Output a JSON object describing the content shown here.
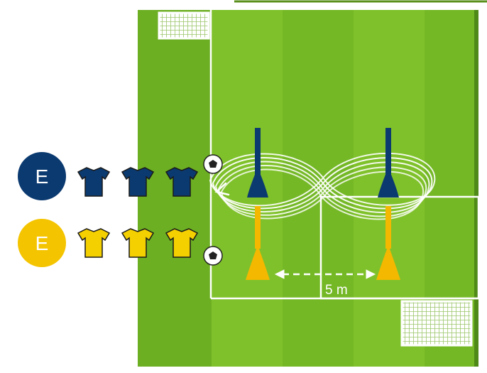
{
  "teams": [
    {
      "letter": "E",
      "color": "#0b3a70",
      "jerseys": 3
    },
    {
      "letter": "E",
      "color": "#f4c400",
      "jerseys": 3
    }
  ],
  "distance_label": "5 m",
  "colors": {
    "pitch_light": "#7fc12a",
    "pitch_dark": "#6caf22",
    "pitch_border": "#5a8f1c",
    "lines": "#ffffff",
    "cone_blue": "#0b3a70",
    "cone_yellow": "#f4b800"
  },
  "icons": [
    "goal-net-icon",
    "ball-icon",
    "jersey-icon",
    "cone-icon",
    "run-path-icon",
    "arrow-icon"
  ]
}
